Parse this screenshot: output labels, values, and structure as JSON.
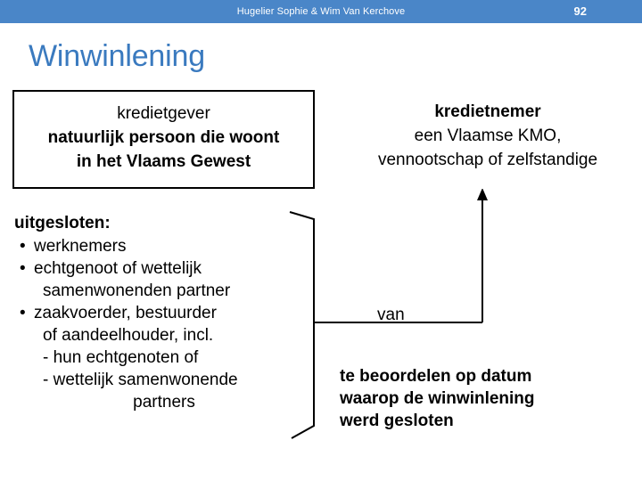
{
  "header": {
    "author": "Hugelier Sophie & Wim Van Kerchove",
    "page_number": "92",
    "bar_color": "#4a86c8"
  },
  "title": {
    "text": "Winwinlening",
    "color": "#3a7abf"
  },
  "boxes": {
    "lender": {
      "heading": "kredietgever",
      "line1": "natuurlijk persoon die woont",
      "line2": "in het Vlaams Gewest"
    },
    "borrower": {
      "heading": "kredietnemer",
      "line1": "een Vlaamse KMO,",
      "line2": "vennootschap of zelfstandige"
    }
  },
  "excluded": {
    "heading": "uitgesloten:",
    "items": [
      {
        "text": "werknemers",
        "style": "bulleted"
      },
      {
        "text": "echtgenoot of wettelijk",
        "style": "bulleted"
      },
      {
        "text": "samenwonenden partner",
        "style": "nobullet"
      },
      {
        "text": "zaakvoerder, bestuurder",
        "style": "bulleted"
      },
      {
        "text": "of aandeelhouder, incl.",
        "style": "nobullet"
      },
      {
        "text": "- hun echtgenoten of",
        "style": "nobullet"
      },
      {
        "text": "- wettelijk samenwonende",
        "style": "nobullet"
      },
      {
        "text": "partners",
        "style": "centered"
      }
    ]
  },
  "connector": {
    "van_label": "van"
  },
  "assessment": {
    "line1": "te beoordelen op datum",
    "line2": "waarop de winwinlening",
    "line3": "werd gesloten"
  }
}
